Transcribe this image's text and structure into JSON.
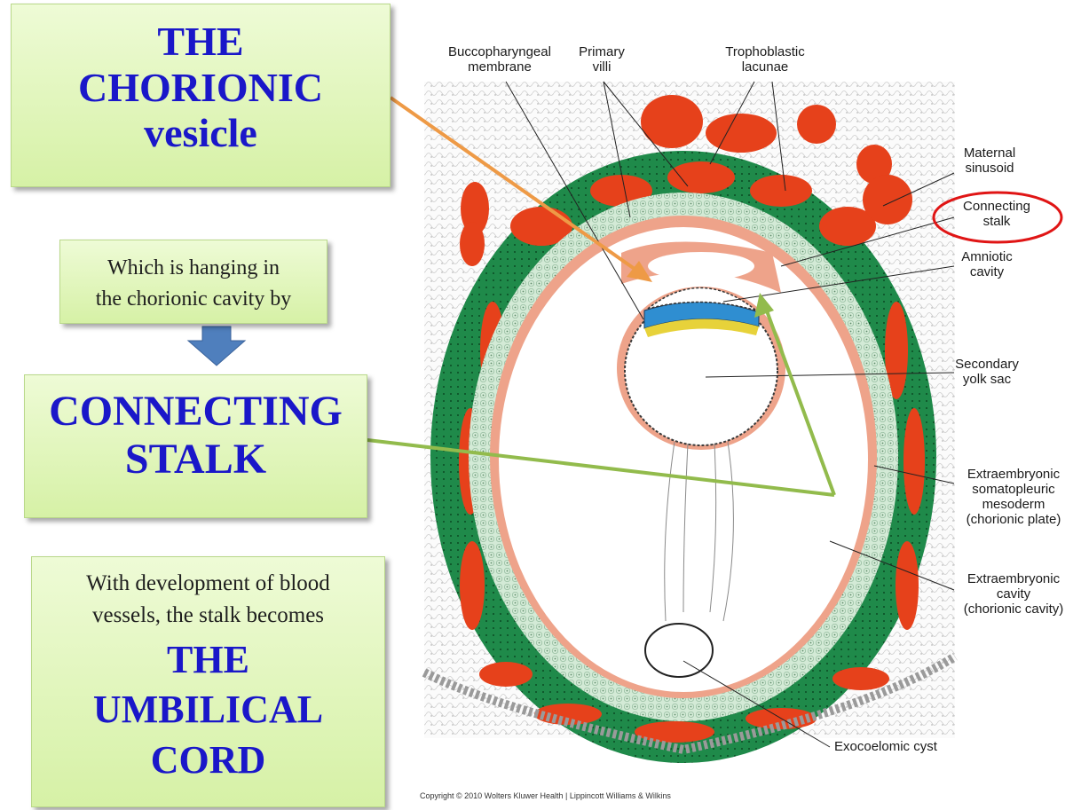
{
  "boxes": {
    "chorionic_vesicle": {
      "line1": "THE",
      "line2": "CHORIONIC",
      "line3": "vesicle"
    },
    "hanging": {
      "line1": "Which is hanging in",
      "line2": "the chorionic cavity by"
    },
    "connecting_stalk": {
      "line1": "CONNECTING",
      "line2": "STALK"
    },
    "umbilical": {
      "line1": "With development of blood",
      "line2": "vessels, the stalk becomes",
      "line3": "THE",
      "line4": "UMBILICAL",
      "line5": "CORD"
    }
  },
  "labels": {
    "bucco_1": "Buccopharyngeal",
    "bucco_2": "membrane",
    "villi_1": "Primary",
    "villi_2": "villi",
    "tropho_1": "Trophoblastic",
    "tropho_2": "lacunae",
    "maternal_1": "Maternal",
    "maternal_2": "sinusoid",
    "stalk_1": "Connecting",
    "stalk_2": "stalk",
    "amniotic_1": "Amniotic",
    "amniotic_2": "cavity",
    "yolk_1": "Secondary",
    "yolk_2": "yolk sac",
    "somato_1": "Extraembryonic",
    "somato_2": "somatopleuric",
    "somato_3": "mesoderm",
    "somato_4": "(chorionic plate)",
    "cavity_1": "Extraembryonic",
    "cavity_2": "cavity",
    "cavity_3": "(chorionic cavity)",
    "exo": "Exocoelomic cyst"
  },
  "copyright": "Copyright © 2010 Wolters Kluwer Health | Lippincott Williams & Wilkins",
  "colors": {
    "box_text": "#1a17c9",
    "arrow_orange": "#ee9a46",
    "arrow_green": "#92bb4c",
    "down_arrow": "#4f7fbd",
    "highlight_circle": "#e01515",
    "trophoblast_green": "#1f8a4a",
    "mesoderm_light": "#cfe8d3",
    "lacunae_red": "#e6411b",
    "membrane_salmon": "#eea38a",
    "amnion_blue": "#2f8ed1"
  }
}
